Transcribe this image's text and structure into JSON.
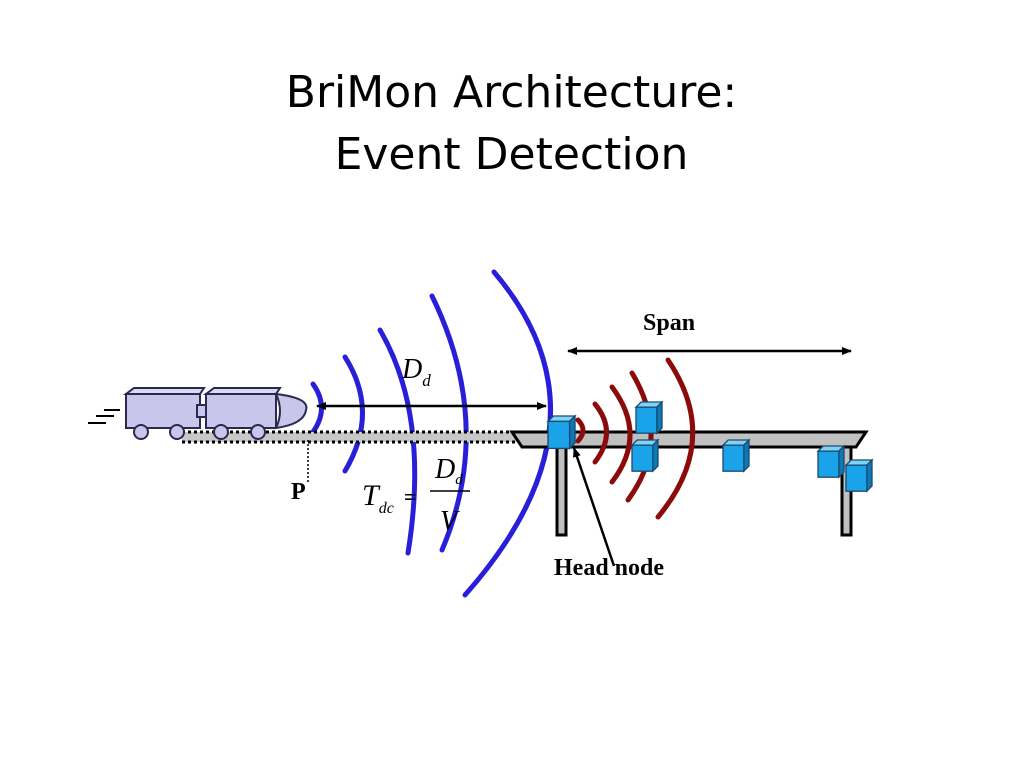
{
  "title": {
    "line1": "BriMon Architecture:",
    "line2": "Event Detection"
  },
  "labels": {
    "span": "Span",
    "point": "P",
    "head_node": "Head node",
    "distance_symbol": "D",
    "distance_subscript": "d",
    "time_symbol": "T",
    "time_subscript": "dc",
    "equals": "=",
    "fraction_numerator": "D",
    "fraction_numerator_subscript": "d",
    "fraction_denominator": "V"
  },
  "colors": {
    "detection_waves": "#2a1fd8",
    "bridge_waves": "#8b0a0a",
    "sensor_node": "#1aa3e8",
    "train": "#c9c6ec",
    "bridge_deck": "#c0c0c0"
  },
  "icons": {
    "train": "train-icon",
    "sensor": "sensor-node-icon",
    "motion_lines": "motion-lines-icon"
  }
}
